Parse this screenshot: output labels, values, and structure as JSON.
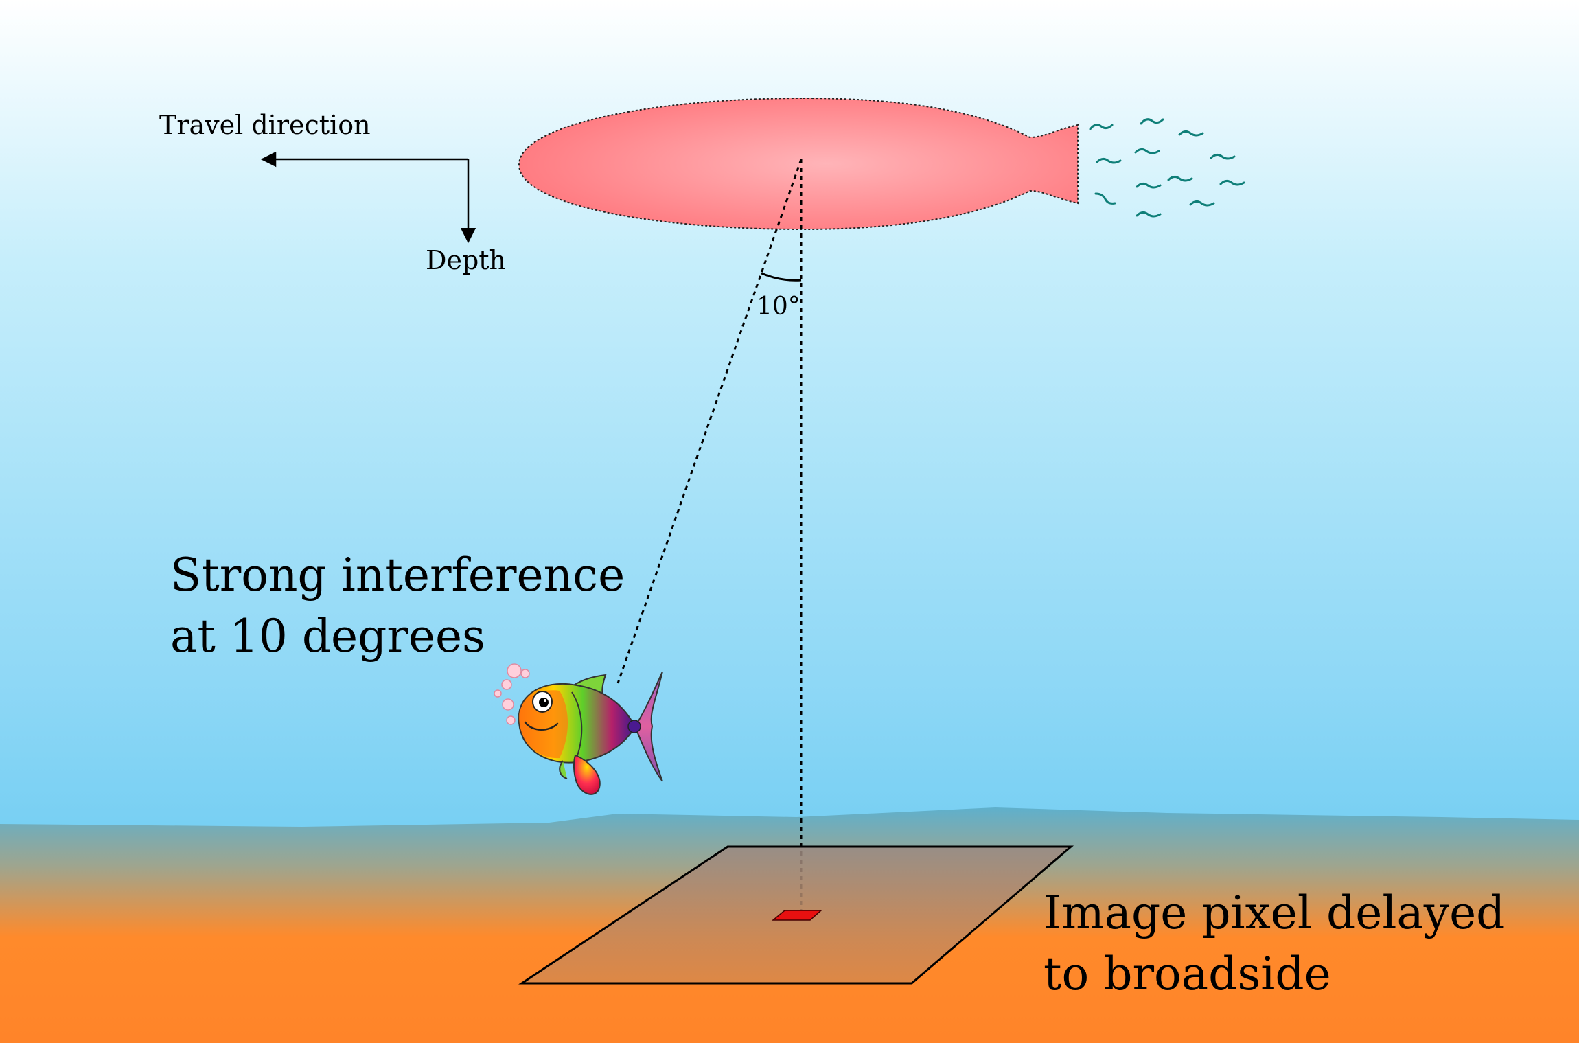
{
  "labels": {
    "travel_direction": "Travel direction",
    "depth": "Depth",
    "angle": "10°",
    "interference_line1": "Strong interference",
    "interference_line2": "at 10 degrees",
    "pixel_line1": "Image pixel delayed",
    "pixel_line2": "to broadside"
  },
  "colors": {
    "sky_top": "#ffffff",
    "water_mid": "#a8e2f8",
    "water_bottom": "#5cc6ee",
    "seabed_band": "#5fb0cc",
    "sand": "#ff8a2b",
    "vehicle_center": "#ffb0b4",
    "vehicle_edge": "#ff7a80",
    "wake": "#0f7f78",
    "pixel": "#e81010"
  },
  "icons": [
    "underwater-vehicle-icon",
    "fish-icon",
    "bubbles-icon",
    "wake-icon"
  ]
}
